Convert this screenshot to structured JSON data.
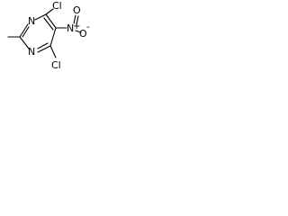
{
  "molecule": {
    "atoms": {
      "cl_top": "Cl",
      "cl_bottom": "Cl",
      "n_ring_top": "N",
      "n_ring_bottom": "N",
      "nitro_n": "N",
      "nitro_plus": "+",
      "nitro_o_top": "O",
      "nitro_o_minus": "-",
      "nitro_o_right": "O"
    },
    "colors": {
      "bond": "#000000",
      "label": "#000000",
      "background": "#ffffff"
    }
  }
}
